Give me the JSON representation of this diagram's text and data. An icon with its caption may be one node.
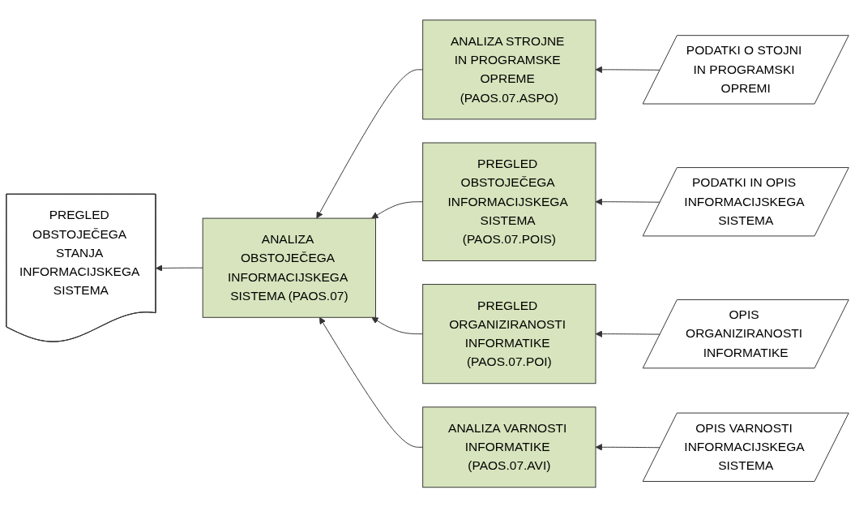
{
  "diagram": {
    "nodes": [
      {
        "text": [
          "ANALIZA OBSTOJEČEGA INFORMACIJSKEGA SISTEMA (PAOS.07)"
        ]
      },
      {
        "text": [
          "ANALIZA STROJNE IN PROGRAMSKE OPREME (PAOS.07.ASPO)"
        ]
      },
      {
        "text": [
          "PODATKI O STOJNI IN PROGRAMSKI OPREMI"
        ]
      },
      {
        "text": [
          "PREGLED OBSTOJEČEGA INFORMACIJSKEGA SISTEMA (PAOS.07.POIS)"
        ]
      },
      {
        "text": [
          "PODATKI IN OPIS INFORMACIJSKEGA SISTEMA"
        ]
      },
      {
        "text": [
          "PREGLED ORGANIZIRANOSTI INFORMATIKE (PAOS.07.POI)"
        ]
      },
      {
        "text": [
          "OPIS ORGANIZIRANOSTI INFORMATIKE"
        ]
      },
      {
        "text": [
          "ANALIZA VARNOSTI INFORMATIKE (PAOS.07.AVI)"
        ]
      },
      {
        "text": [
          "OPIS VARNOSTI INFORMACIJSKEGA SISTEMA"
        ]
      },
      {
        "text": [
          "PREGLED OBSTOJEČEGA STANJA INFORMACIJSKEGA SISTEMA"
        ]
      }
    ],
    "edges": [
      {
        "from": 2,
        "to": 1,
        "arrow": "to"
      },
      {
        "from": 1,
        "to": 0,
        "arrow": "to"
      },
      {
        "from": 4,
        "to": 3,
        "arrow": "to"
      },
      {
        "from": 3,
        "to": 0,
        "arrow": "to"
      },
      {
        "from": 6,
        "to": 5,
        "arrow": "to"
      },
      {
        "from": 5,
        "to": 0,
        "arrow": "to"
      },
      {
        "from": 8,
        "to": 7,
        "arrow": "to"
      },
      {
        "from": 7,
        "to": 0,
        "arrow": "to"
      },
      {
        "from": 0,
        "to": 9,
        "arrow": "to"
      }
    ]
  }
}
